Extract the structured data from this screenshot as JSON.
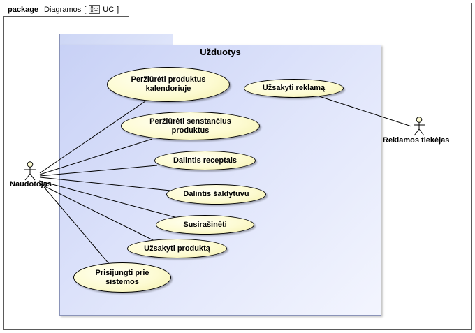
{
  "frame": {
    "keyword": "package",
    "name": "Diagramos",
    "type": "UC"
  },
  "package": {
    "title": "Užduotys"
  },
  "actors": {
    "user": {
      "name": "Naudotojas"
    },
    "advertiser": {
      "name": "Reklamos tiekėjas"
    }
  },
  "use_cases": {
    "browse_calendar": {
      "line1": "Peržiūrėti produktus",
      "line2": "kalendoriuje"
    },
    "browse_expiring": {
      "line1": "Peržiūrėti senstančius",
      "line2": "produktus"
    },
    "share_recipes": {
      "label": "Dalintis receptais"
    },
    "share_fridge": {
      "label": "Dalintis šaldytuvu"
    },
    "message": {
      "label": "Susirašinėti"
    },
    "order_product": {
      "label": "Užsakyti produktą"
    },
    "login": {
      "line1": "Prisijungti prie",
      "line2": "sistemos"
    },
    "order_ad": {
      "label": "Užsakyti reklamą"
    }
  },
  "colors": {
    "package_fill": "#c8d1f6",
    "use_case_fill": "#fdfbd2",
    "line": "#000000"
  },
  "icons": {
    "diagram_type": "use-case-icon"
  }
}
